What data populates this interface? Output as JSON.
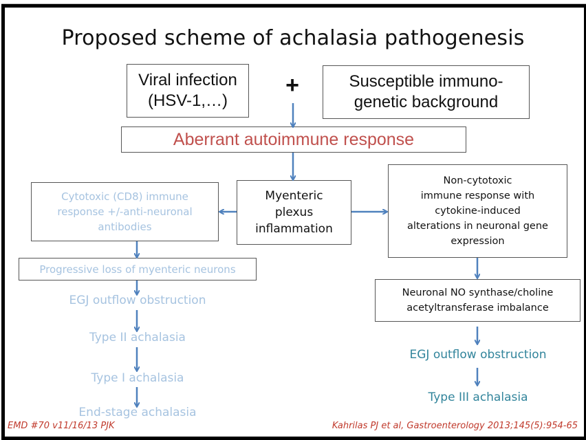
{
  "slide": {
    "title": "Proposed scheme of achalasia pathogenesis",
    "colors": {
      "border": "#000000",
      "arrow": "#4f81bd",
      "autoimmune_text": "#c0504d",
      "faded_pathway_text": "#a6c3e0",
      "teal_pathway_text": "#31849b",
      "footer_text": "#c0392b"
    },
    "inputs": {
      "viral_infection": [
        "Viral infection",
        "(HSV-1,…)"
      ],
      "plus_sign": "+",
      "susceptible_background": [
        "Susceptible immuno-",
        "genetic background"
      ]
    },
    "autoimmune_response": "Aberrant autoimmune response",
    "myenteric_inflammation": [
      "Myenteric",
      "plexus",
      "inflammation"
    ],
    "left_pathway": {
      "cytotoxic_box": [
        "Cytotoxic (CD8) immune",
        "response +/-anti-neuronal",
        "antibodies"
      ],
      "neuron_loss_box": "Progressive loss of myenteric neurons",
      "steps": [
        "EGJ outflow obstruction",
        "Type II achalasia",
        "Type I achalasia",
        "End-stage achalasia"
      ]
    },
    "right_pathway": {
      "noncytotoxic_box": [
        "Non-cytotoxic",
        "immune response with",
        "cytokine-induced",
        "alterations in neuronal gene",
        "expression"
      ],
      "imbalance_box": [
        "Neuronal NO synthase/choline",
        "acetyltransferase imbalance"
      ],
      "steps": [
        "EGJ outflow obstruction",
        "Type III achalasia"
      ]
    },
    "footer": {
      "left": "EMD #70 v11/16/13 PJK",
      "right": "Kahrilas PJ et al, Gastroenterology 2013;145(5):954-65"
    }
  }
}
